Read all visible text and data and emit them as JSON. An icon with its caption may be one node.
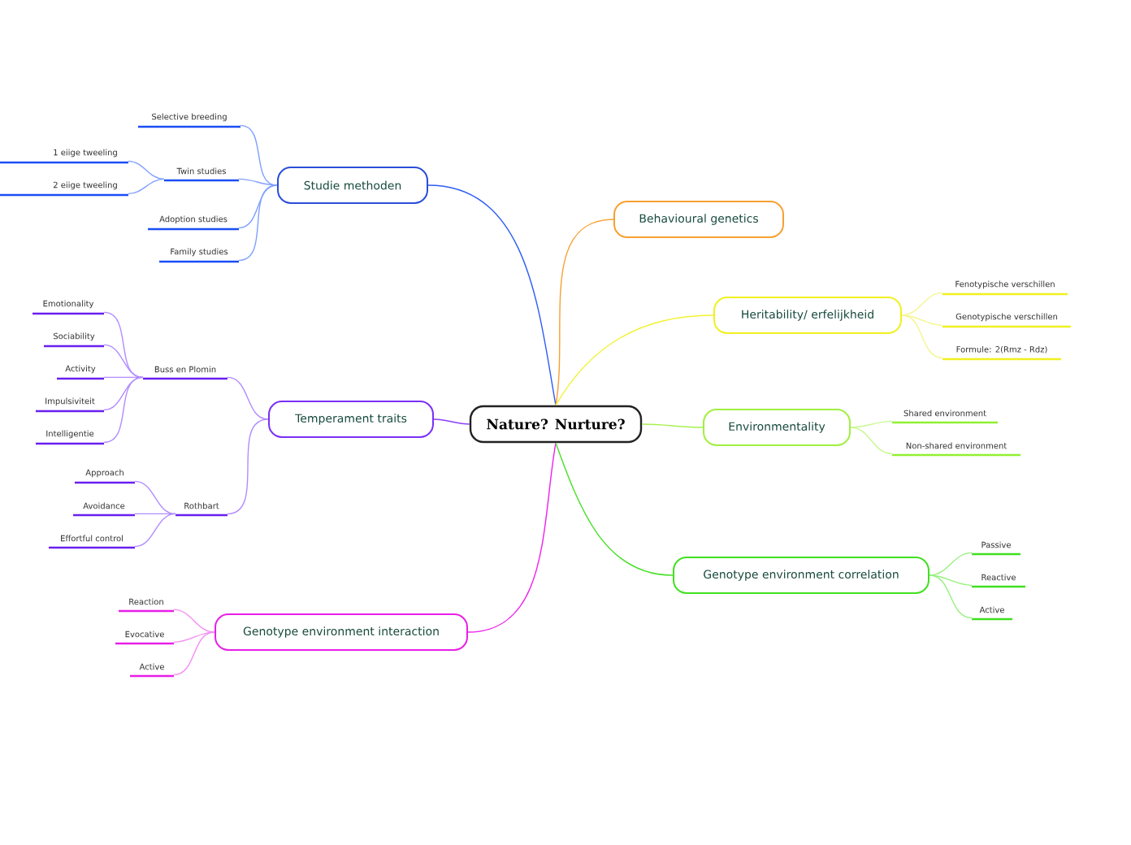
{
  "diagram": {
    "nodes": [
      {
        "text": [
          "Nature? Nurture?"
        ]
      },
      {
        "text": [
          "Studie methoden"
        ]
      },
      {
        "text": [
          "Selective breeding"
        ]
      },
      {
        "text": [
          "Twin studies"
        ]
      },
      {
        "text": [
          "1 eiige tweeling"
        ]
      },
      {
        "text": [
          "2 eiige tweeling"
        ]
      },
      {
        "text": [
          "Adoption studies"
        ]
      },
      {
        "text": [
          "Family studies"
        ]
      },
      {
        "text": [
          "Temperament traits"
        ]
      },
      {
        "text": [
          "Buss en Plomin"
        ]
      },
      {
        "text": [
          "Emotionality"
        ]
      },
      {
        "text": [
          "Sociability"
        ]
      },
      {
        "text": [
          "Activity"
        ]
      },
      {
        "text": [
          "Impulsiviteit"
        ]
      },
      {
        "text": [
          "Intelligentie"
        ]
      },
      {
        "text": [
          "Rothbart"
        ]
      },
      {
        "text": [
          "Approach"
        ]
      },
      {
        "text": [
          "Avoidance"
        ]
      },
      {
        "text": [
          "Effortful control"
        ]
      },
      {
        "text": [
          "Genotype environment interaction"
        ]
      },
      {
        "text": [
          "Reaction"
        ]
      },
      {
        "text": [
          "Evocative"
        ]
      },
      {
        "text": [
          "Active"
        ]
      },
      {
        "text": [
          "Behavioural genetics"
        ]
      },
      {
        "text": [
          "Heritability/ erfelijkheid"
        ]
      },
      {
        "text": [
          "Fenotypische verschillen"
        ]
      },
      {
        "text": [
          "Genotypische verschillen"
        ]
      },
      {
        "text": [
          "Formule: 2(Rmz - Rdz)"
        ]
      },
      {
        "text": [
          "Environmentality"
        ]
      },
      {
        "text": [
          "Shared environment"
        ]
      },
      {
        "text": [
          "Non-shared environment"
        ]
      },
      {
        "text": [
          "Genotype environment correlation"
        ]
      },
      {
        "text": [
          "Passive"
        ]
      },
      {
        "text": [
          "Reactive"
        ]
      },
      {
        "text": [
          "Active"
        ]
      }
    ],
    "edges": [
      {
        "from": 0,
        "to": 1,
        "arrow": "none",
        "color": "#2d5cf5"
      },
      {
        "from": 0,
        "to": 8,
        "arrow": "none",
        "color": "#8a3ffc"
      },
      {
        "from": 0,
        "to": 19,
        "arrow": "none",
        "color": "#f020f0"
      },
      {
        "from": 0,
        "to": 23,
        "arrow": "none",
        "color": "#f9a030"
      },
      {
        "from": 0,
        "to": 24,
        "arrow": "none",
        "color": "#f2f232"
      },
      {
        "from": 0,
        "to": 28,
        "arrow": "none",
        "color": "#a8f050"
      },
      {
        "from": 0,
        "to": 31,
        "arrow": "none",
        "color": "#48e028"
      },
      {
        "from": 1,
        "to": 2,
        "arrow": "none",
        "color": "#7fa0ff"
      },
      {
        "from": 1,
        "to": 3,
        "arrow": "none",
        "color": "#7fa0ff"
      },
      {
        "from": 3,
        "to": 4,
        "arrow": "none",
        "color": "#7fa0ff"
      },
      {
        "from": 3,
        "to": 5,
        "arrow": "none",
        "color": "#7fa0ff"
      },
      {
        "from": 1,
        "to": 6,
        "arrow": "none",
        "color": "#7fa0ff"
      },
      {
        "from": 1,
        "to": 7,
        "arrow": "none",
        "color": "#7fa0ff"
      },
      {
        "from": 8,
        "to": 9,
        "arrow": "none",
        "color": "#b28cff"
      },
      {
        "from": 9,
        "to": 10,
        "arrow": "none",
        "color": "#b28cff"
      },
      {
        "from": 9,
        "to": 11,
        "arrow": "none",
        "color": "#b28cff"
      },
      {
        "from": 9,
        "to": 12,
        "arrow": "none",
        "color": "#b28cff"
      },
      {
        "from": 9,
        "to": 13,
        "arrow": "none",
        "color": "#b28cff"
      },
      {
        "from": 9,
        "to": 14,
        "arrow": "none",
        "color": "#b28cff"
      },
      {
        "from": 8,
        "to": 15,
        "arrow": "none",
        "color": "#b28cff"
      },
      {
        "from": 15,
        "to": 16,
        "arrow": "none",
        "color": "#b28cff"
      },
      {
        "from": 15,
        "to": 17,
        "arrow": "none",
        "color": "#b28cff"
      },
      {
        "from": 15,
        "to": 18,
        "arrow": "none",
        "color": "#b28cff"
      },
      {
        "from": 19,
        "to": 20,
        "arrow": "none",
        "color": "#f58cf5"
      },
      {
        "from": 19,
        "to": 21,
        "arrow": "none",
        "color": "#f58cf5"
      },
      {
        "from": 19,
        "to": 22,
        "arrow": "none",
        "color": "#f58cf5"
      },
      {
        "from": 24,
        "to": 25,
        "arrow": "none",
        "color": "#f5f590"
      },
      {
        "from": 24,
        "to": 26,
        "arrow": "none",
        "color": "#f5f590"
      },
      {
        "from": 24,
        "to": 27,
        "arrow": "none",
        "color": "#f5f590"
      },
      {
        "from": 28,
        "to": 29,
        "arrow": "none",
        "color": "#c8f890"
      },
      {
        "from": 28,
        "to": 30,
        "arrow": "none",
        "color": "#c8f890"
      },
      {
        "from": 31,
        "to": 32,
        "arrow": "none",
        "color": "#98f080"
      },
      {
        "from": 31,
        "to": 33,
        "arrow": "none",
        "color": "#98f080"
      },
      {
        "from": 31,
        "to": 34,
        "arrow": "none",
        "color": "#98f080"
      }
    ]
  }
}
